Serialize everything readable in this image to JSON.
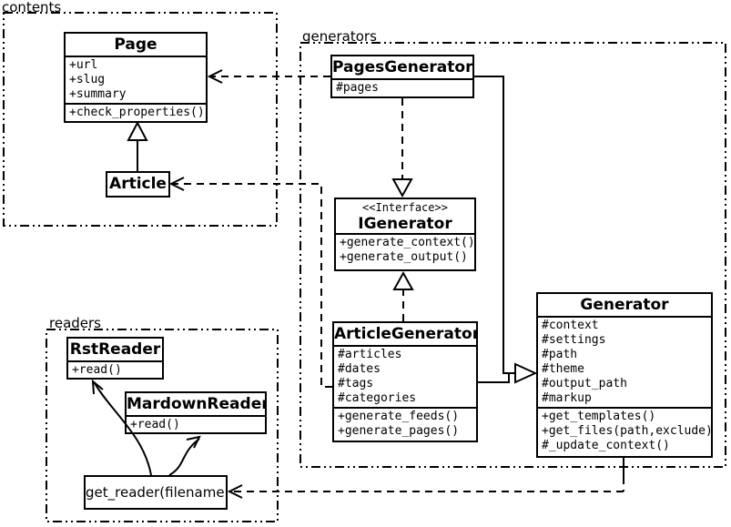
{
  "diagram": {
    "colors": {
      "line": "#000000",
      "background": "#ffffff"
    },
    "packages": {
      "contents": {
        "label": "contents"
      },
      "generators": {
        "label": "generators"
      },
      "readers": {
        "label": "readers"
      }
    },
    "classes": {
      "page": {
        "title": "Page",
        "attributes": [
          "+url",
          "+slug",
          "+summary"
        ],
        "methods": [
          "+check_properties()"
        ]
      },
      "article": {
        "title": "Article"
      },
      "pages_generator": {
        "title": "PagesGenerator",
        "attributes": [
          "#pages"
        ]
      },
      "igenerator": {
        "stereotype": "<<Interface>>",
        "title": "IGenerator",
        "methods": [
          "+generate_context()",
          "+generate_output()"
        ]
      },
      "article_generator": {
        "title": "ArticleGenerator",
        "attributes": [
          "#articles",
          "#dates",
          "#tags",
          "#categories"
        ],
        "methods": [
          "+generate_feeds()",
          "+generate_pages()"
        ]
      },
      "generator": {
        "title": "Generator",
        "attributes": [
          "#context",
          "#settings",
          "#path",
          "#theme",
          "#output_path",
          "#markup"
        ],
        "methods": [
          "+get_templates()",
          "+get_files(path,exclude)",
          "#_update_context()"
        ]
      },
      "rst_reader": {
        "title": "RstReader",
        "methods": [
          "+read()"
        ]
      },
      "markdown_reader": {
        "title": "MardownReader",
        "methods": [
          "+read()"
        ]
      },
      "get_reader": {
        "label": "get_reader(filename)"
      }
    }
  }
}
